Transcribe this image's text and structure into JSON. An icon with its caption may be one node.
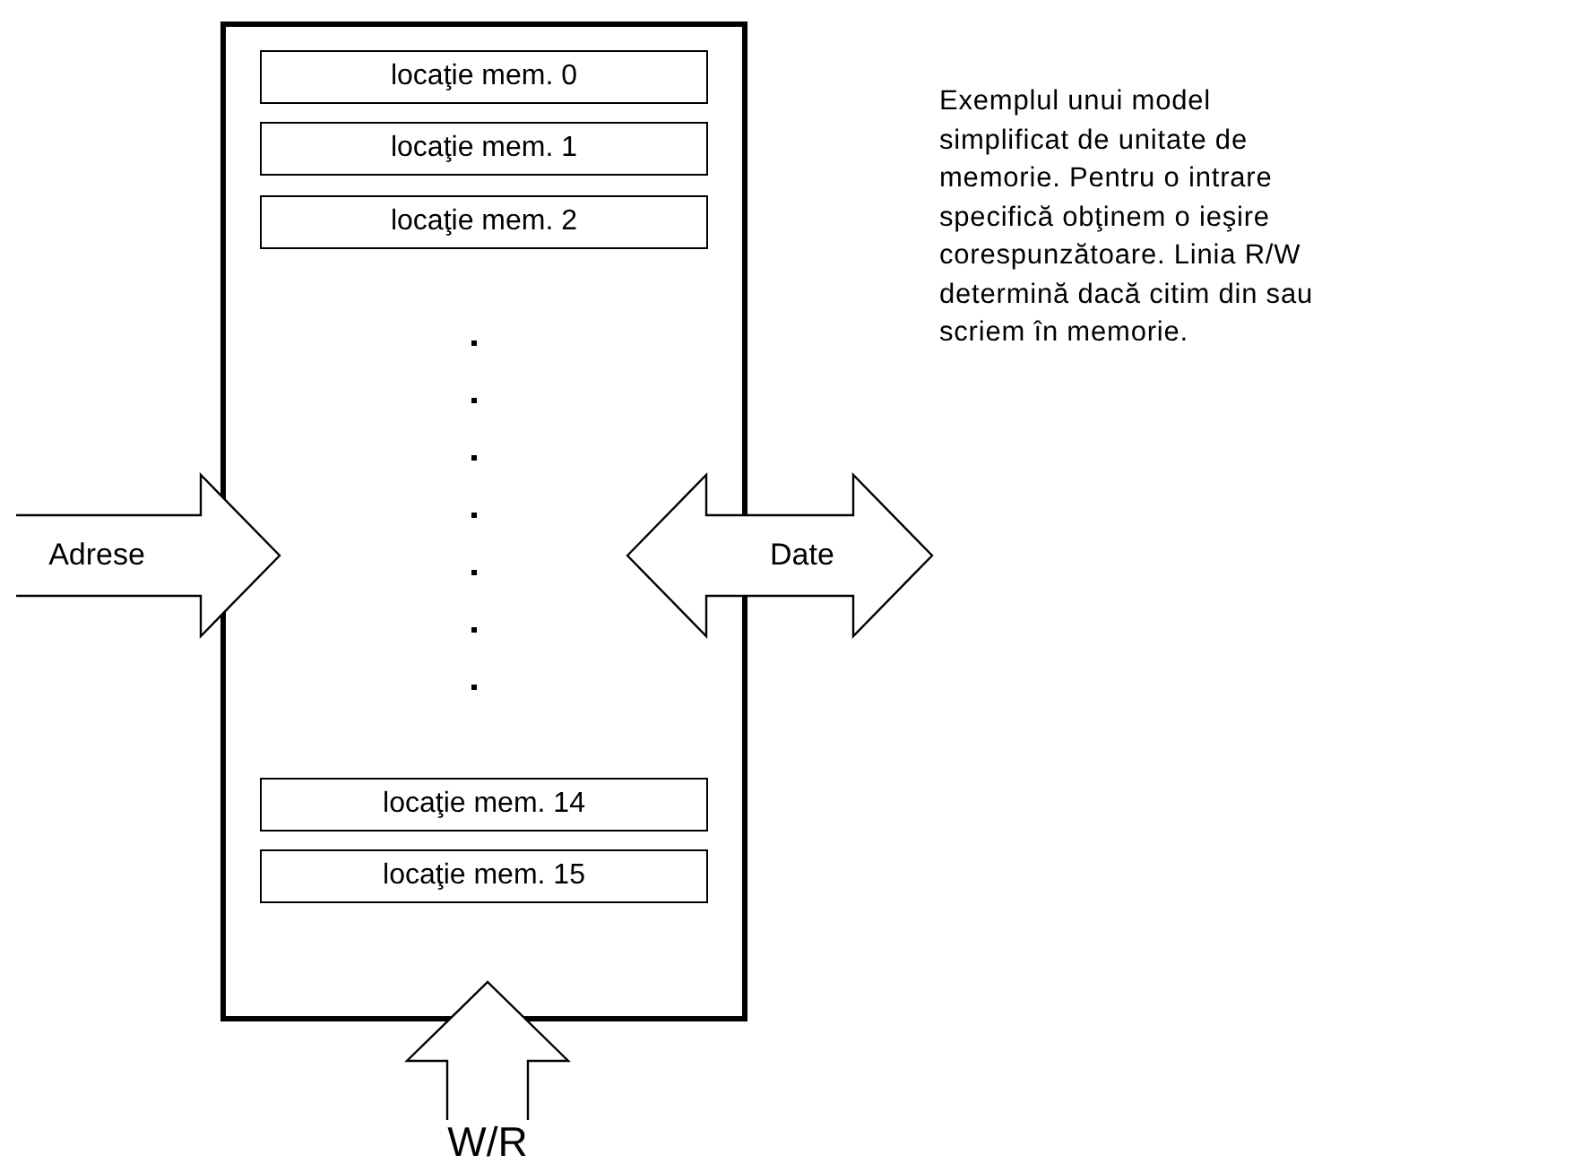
{
  "diagram": {
    "nodes": [
      {
        "text": [],
        "shape": "box"
      },
      {
        "text": [
          "locaţie mem. 0"
        ],
        "in": 0
      },
      {
        "text": [
          "locaţie mem. 1"
        ],
        "in": 0
      },
      {
        "text": [
          "locaţie mem. 2"
        ],
        "in": 0
      },
      {
        "text": [
          "locaţie mem. 14"
        ],
        "in": 0
      },
      {
        "text": [
          "locaţie mem. 15"
        ],
        "in": 0
      },
      {
        "text": [
          "Adrese"
        ]
      },
      {
        "text": [
          "Date"
        ]
      },
      {
        "text": [
          "W/R"
        ]
      }
    ],
    "edges": [
      {
        "from": 6,
        "to": 0,
        "arrow": "to"
      },
      {
        "from": 0,
        "to": 7,
        "arrow": "both"
      },
      {
        "from": 8,
        "to": 0,
        "arrow": "to"
      }
    ],
    "labels": [
      "Exemplul unui model simplificat de unitate de memorie. Pentru o intrare specifică obţinem o ieşire corespunzătoare. Linia R/W determină dacă citim din sau scriem în memorie."
    ]
  }
}
